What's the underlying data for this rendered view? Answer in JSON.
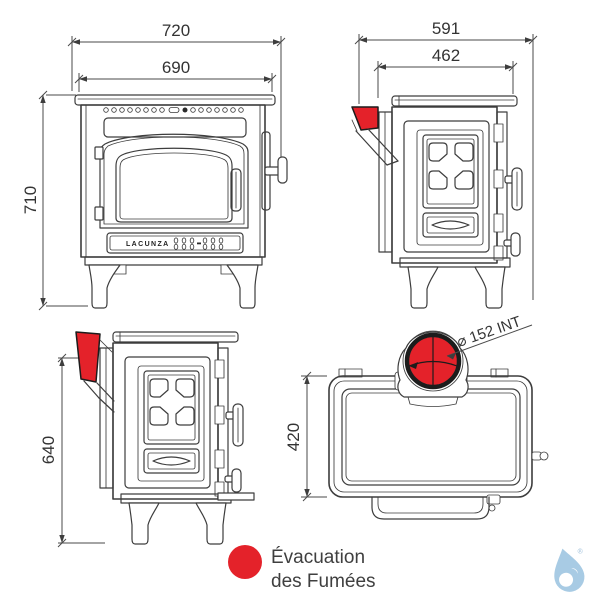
{
  "colors": {
    "line": "#3d3d3d",
    "accent_red": "#e4222a",
    "text": "#3a3a3a",
    "logo_blue": "#a8cbe4"
  },
  "views": {
    "front": {
      "dim_overall_width": "720",
      "dim_top_width": "690",
      "dim_height": "710",
      "brand": "LACUNZA"
    },
    "side_top_right": {
      "dim_overall_depth": "591",
      "dim_top_depth": "462"
    },
    "side_bottom_left": {
      "dim_flue_height": "640"
    },
    "top": {
      "dim_body_depth": "420",
      "flue_diameter_label": "⌀ 152 INT"
    }
  },
  "legend": {
    "items": [
      {
        "color": "#e4222a",
        "label_line1": "Évacuation",
        "label_line2": "des Fumées"
      }
    ]
  },
  "watermark": {
    "registered_mark": "®"
  }
}
